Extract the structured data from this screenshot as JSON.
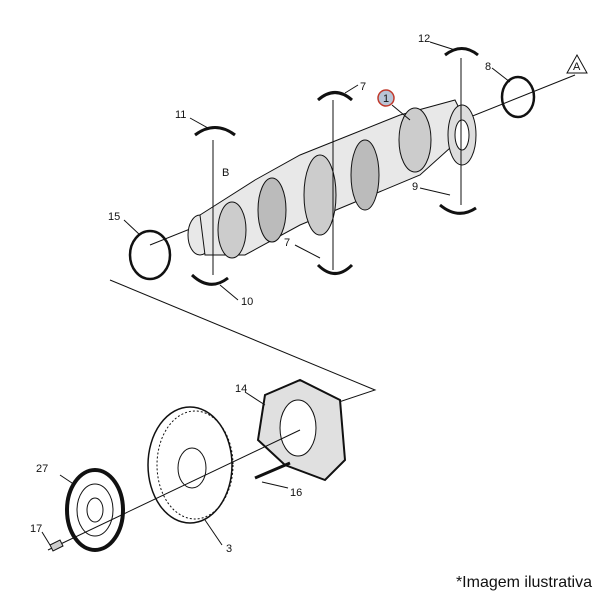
{
  "callouts": {
    "c12": "12",
    "c8": "8",
    "cA": "A",
    "c7a": "7",
    "c1": "1",
    "c11": "11",
    "cB": "B",
    "c9": "9",
    "c15": "15",
    "c7b": "7",
    "c10": "10",
    "c14": "14",
    "c27": "27",
    "c3": "3",
    "c16": "16",
    "c17": "17"
  },
  "caption": "*Imagem ilustrativa",
  "colors": {
    "highlight": "#c0392b",
    "highlight_fill": "#b8c4d6",
    "line": "#111111"
  }
}
